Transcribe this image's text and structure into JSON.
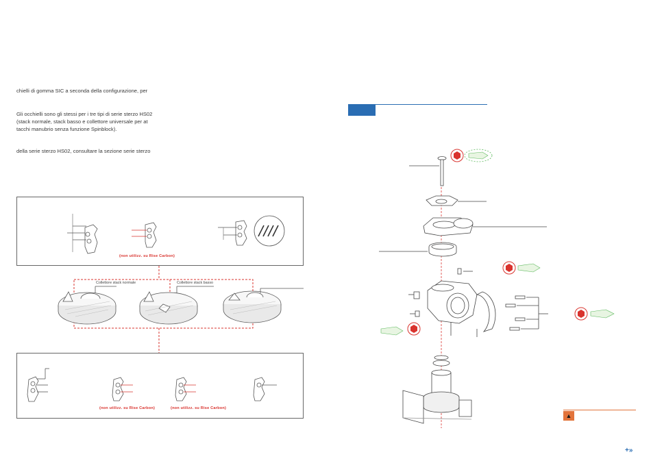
{
  "left": {
    "para1": "chielli di gomma SIC a seconda della configurazione, per",
    "para2": [
      "Gli occhielli sono gli stessi per i tre tipi di serie sterzo HS02",
      "(stack normale, stack basso e collettore universale per at",
      "tacchi manubrio senza funzione Spinblock)."
    ],
    "para3": "della serie sterzo HS02, consultare la sezione serie sterzo"
  },
  "diagram": {
    "top_note": "(non utilizz. su Rise Carbon)",
    "label_normal": "Collettore stack normale",
    "label_low": "Collettore stack basso",
    "bottom_note_1": "(non utilizz. su Rise Carbon)",
    "bottom_note_2": "(non utilizz. su Rise Carbon)"
  },
  "right": {
    "warning_symbol": "▲"
  },
  "nav": {
    "next_label": "+»"
  },
  "colors": {
    "accent_blue": "#2a6db3",
    "note_red": "#d9332e",
    "warning_orange": "#e2733a",
    "torque_red": "#d9332e",
    "grease_green": "#5cb85c"
  }
}
